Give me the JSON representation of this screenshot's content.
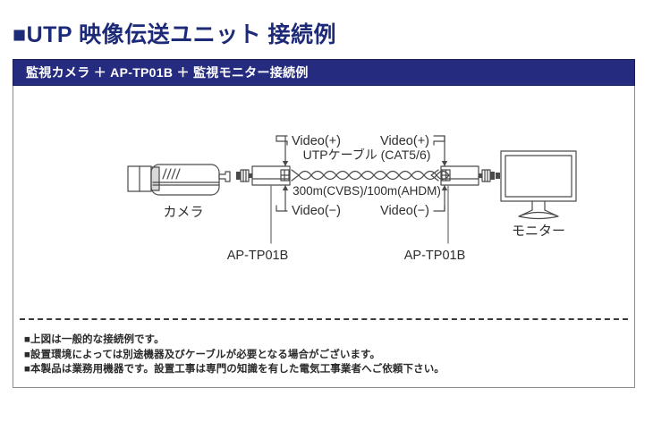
{
  "page": {
    "title": "■UTP 映像伝送ユニット 接続例",
    "title_color": "#1d2a78"
  },
  "panel": {
    "header_label": "監視カメラ ＋ AP-TP01B ＋ 監視モニター接続例",
    "header_bg": "#252c80",
    "header_text_color": "#ffffff",
    "border_color": "#8d8a8d"
  },
  "diagram": {
    "camera_label": "カメラ",
    "monitor_label": "モニター",
    "left_unit_label": "AP-TP01B",
    "right_unit_label": "AP-TP01B",
    "cable_title": "UTPケーブル (CAT5/6)",
    "cable_distance": "300m(CVBS)/100m(AHDM)",
    "video_plus_left": "Video(+)",
    "video_minus_left": "Video(−)",
    "video_plus_right": "Video(+)",
    "video_minus_right": "Video(−)",
    "line_color": "#4a4a4a"
  },
  "notes": [
    "■上図は一般的な接続例です。",
    "■設置環境によっては別途機器及びケーブルが必要となる場合がございます。",
    "■本製品は業務用機器です。設置工事は専門の知識を有した電気工事業者へご依頼下さい。"
  ]
}
